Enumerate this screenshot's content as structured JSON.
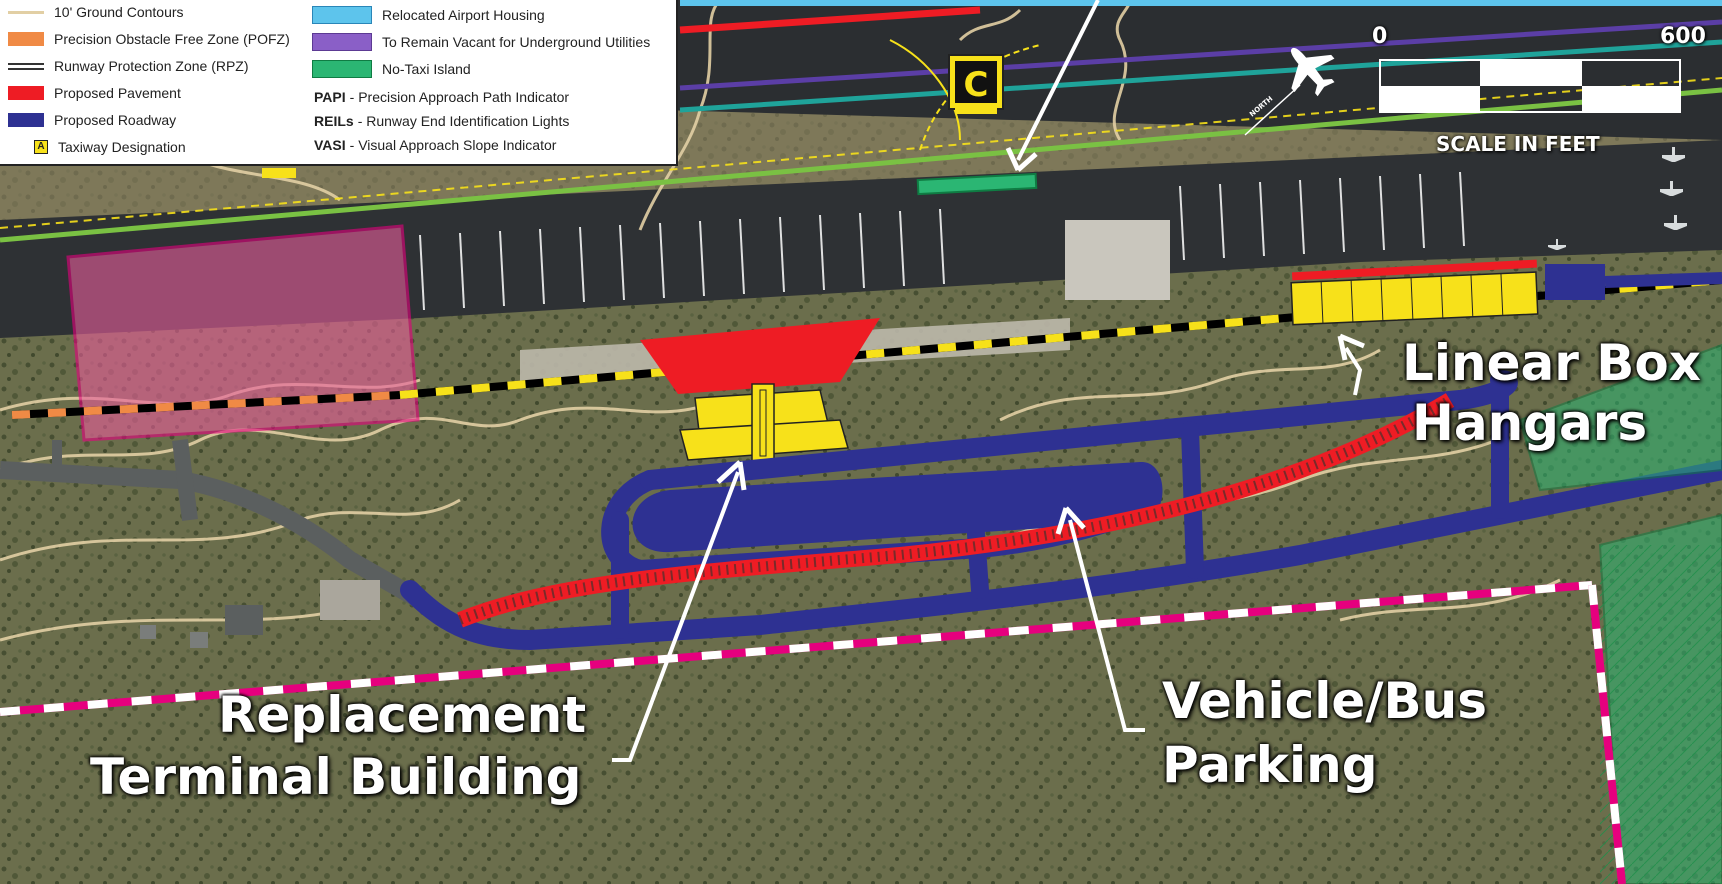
{
  "legend": {
    "col1": [
      {
        "swatch": "contour",
        "label": "10' Ground Contours"
      },
      {
        "swatch": "pofz",
        "label": "Precision Obstacle Free Zone (POFZ)"
      },
      {
        "swatch": "rpz",
        "label": "Runway Protection Zone (RPZ)"
      },
      {
        "swatch": "pavement",
        "label": "Proposed Pavement"
      },
      {
        "swatch": "roadway",
        "label": "Proposed Roadway"
      },
      {
        "swatch": "taxi",
        "label": "Taxiway Designation",
        "swatch_text": "A"
      }
    ],
    "col2": [
      {
        "swatch": "housing",
        "label": "Relocated Airport Housing"
      },
      {
        "swatch": "vacant",
        "label": "To Remain Vacant for Underground Utilities"
      },
      {
        "swatch": "notaxi",
        "label": "No-Taxi Island"
      }
    ],
    "abbreviations": [
      {
        "abbr": "PAPI",
        "text": "- Precision Approach Path Indicator"
      },
      {
        "abbr": "REILs",
        "text": "- Runway End Identification Lights"
      },
      {
        "abbr": "VASI",
        "text": "- Visual Approach Slope Indicator"
      }
    ]
  },
  "taxiway_sign": "C",
  "north_label": "NORTH",
  "scale": {
    "start": "0",
    "end": "600",
    "caption": "SCALE IN FEET"
  },
  "labels": {
    "hangars": [
      "Linear Box",
      "Hangars"
    ],
    "terminal": [
      "Replacement",
      "Terminal Building"
    ],
    "parking": [
      "Vehicle/Bus",
      "Parking"
    ]
  },
  "colors": {
    "contour": "#e2cfa4",
    "pofz": "#f08a45",
    "pavement": "#ee1c24",
    "roadway": "#2e3192",
    "housing": "#5dc4ec",
    "vacant": "#8a5fc7",
    "no_taxi": "#2bb673",
    "taxi_sign": "#f7e11a",
    "rpz": "#e6007e",
    "runway_line": "#7ac143"
  }
}
